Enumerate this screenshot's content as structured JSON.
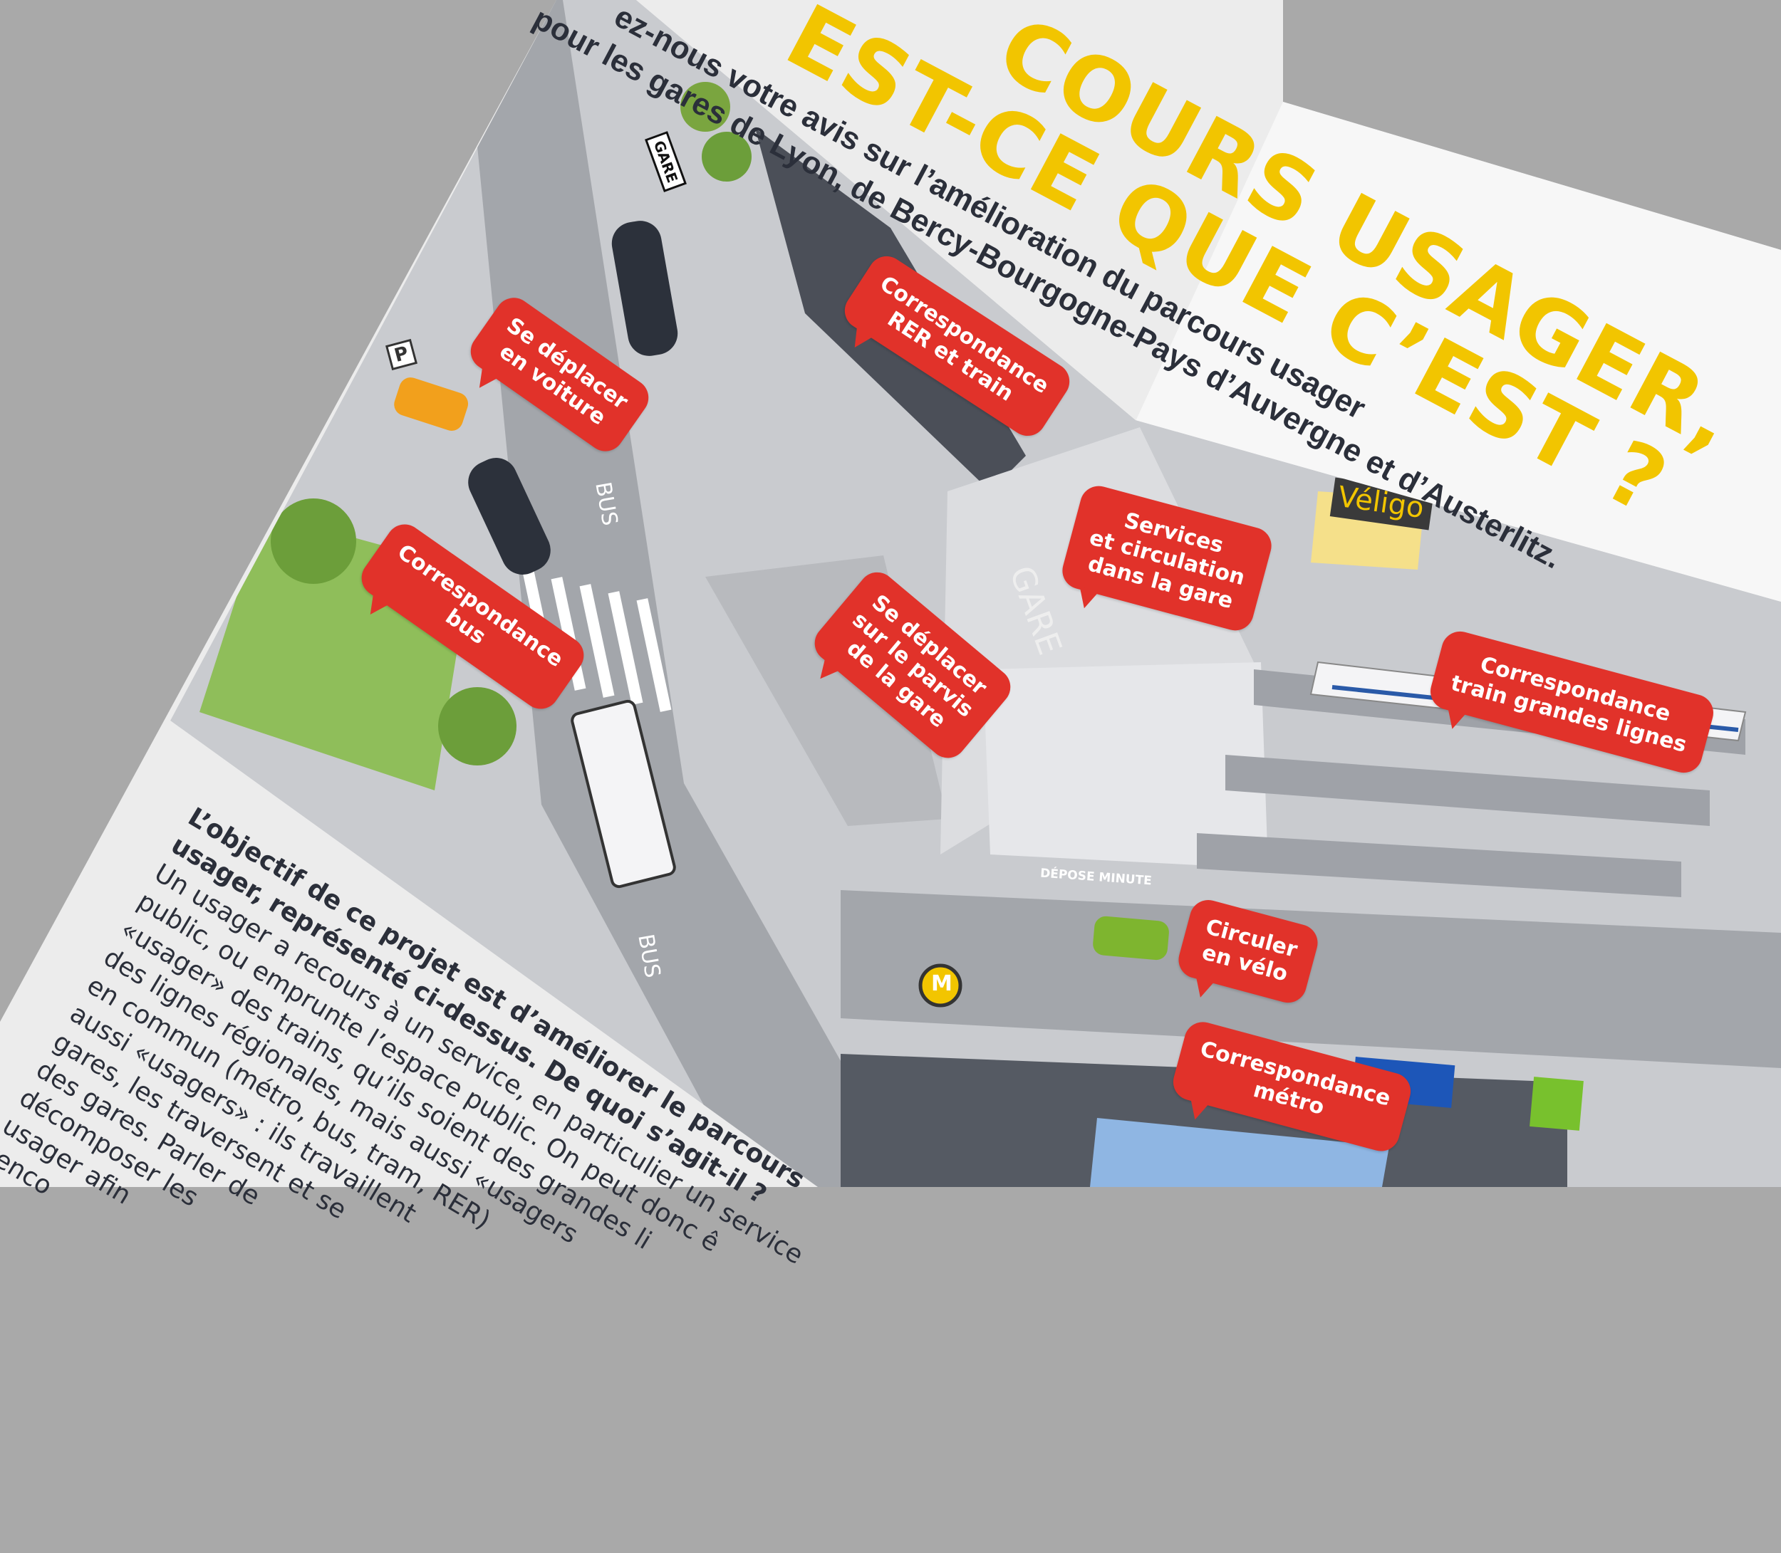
{
  "brochure": {
    "headline_lines": [
      "COURS USAGER,",
      "EST-CE QUE C’EST ?"
    ],
    "subtitle_lines": [
      "ez-nous votre avis sur l’amélioration du parcours usager",
      "pour les gares de Lyon, de Bercy-Bourgogne-Pays d’Auvergne et d’Austerlitz."
    ],
    "intro_heading_lines": [
      "L’objectif de ce projet est d’améliorer le parcours",
      "usager, représenté ci-dessus. De quoi s’agit-il ?"
    ],
    "intro_body_lines": [
      "Un usager a recours à un service, en particulier un service",
      "public, ou emprunte l’espace public. On peut donc ê",
      "«usager» des trains, qu’ils soient des grandes li",
      "des lignes régionales, mais aussi «usagers",
      "en commun (métro, bus, tram, RER)",
      "aussi «usagers» : ils travaillent",
      "gares, les traversent et se",
      "des gares. Parler de",
      "décomposer les",
      "usager afin",
      "renco"
    ],
    "colors": {
      "accent_yellow": "#f2c500",
      "callout_red": "#e1322a",
      "text_dark": "#2b2f3a"
    }
  },
  "map": {
    "callouts": {
      "car": "Se déplacer\nen voiture",
      "rer": "Correspondance\nRER et train",
      "bus": "Correspondance\nbus",
      "services": "Services\net circulation\ndans la gare",
      "mainline": "Correspondance\ntrain grandes lignes",
      "forecourt": "Se déplacer\nsur le parvis\nde la gare",
      "bike": "Circuler\nen vélo",
      "metro": "Correspondance\nmétro"
    },
    "signs": {
      "veligo": "Véligo",
      "drop_off": "DÉPOSE MINUTE",
      "gare_small": "GARE",
      "gare_building": "GARE",
      "bus_lane_1": "BUS",
      "bus_lane_2": "BUS",
      "metro": "M",
      "parking": "P"
    }
  }
}
